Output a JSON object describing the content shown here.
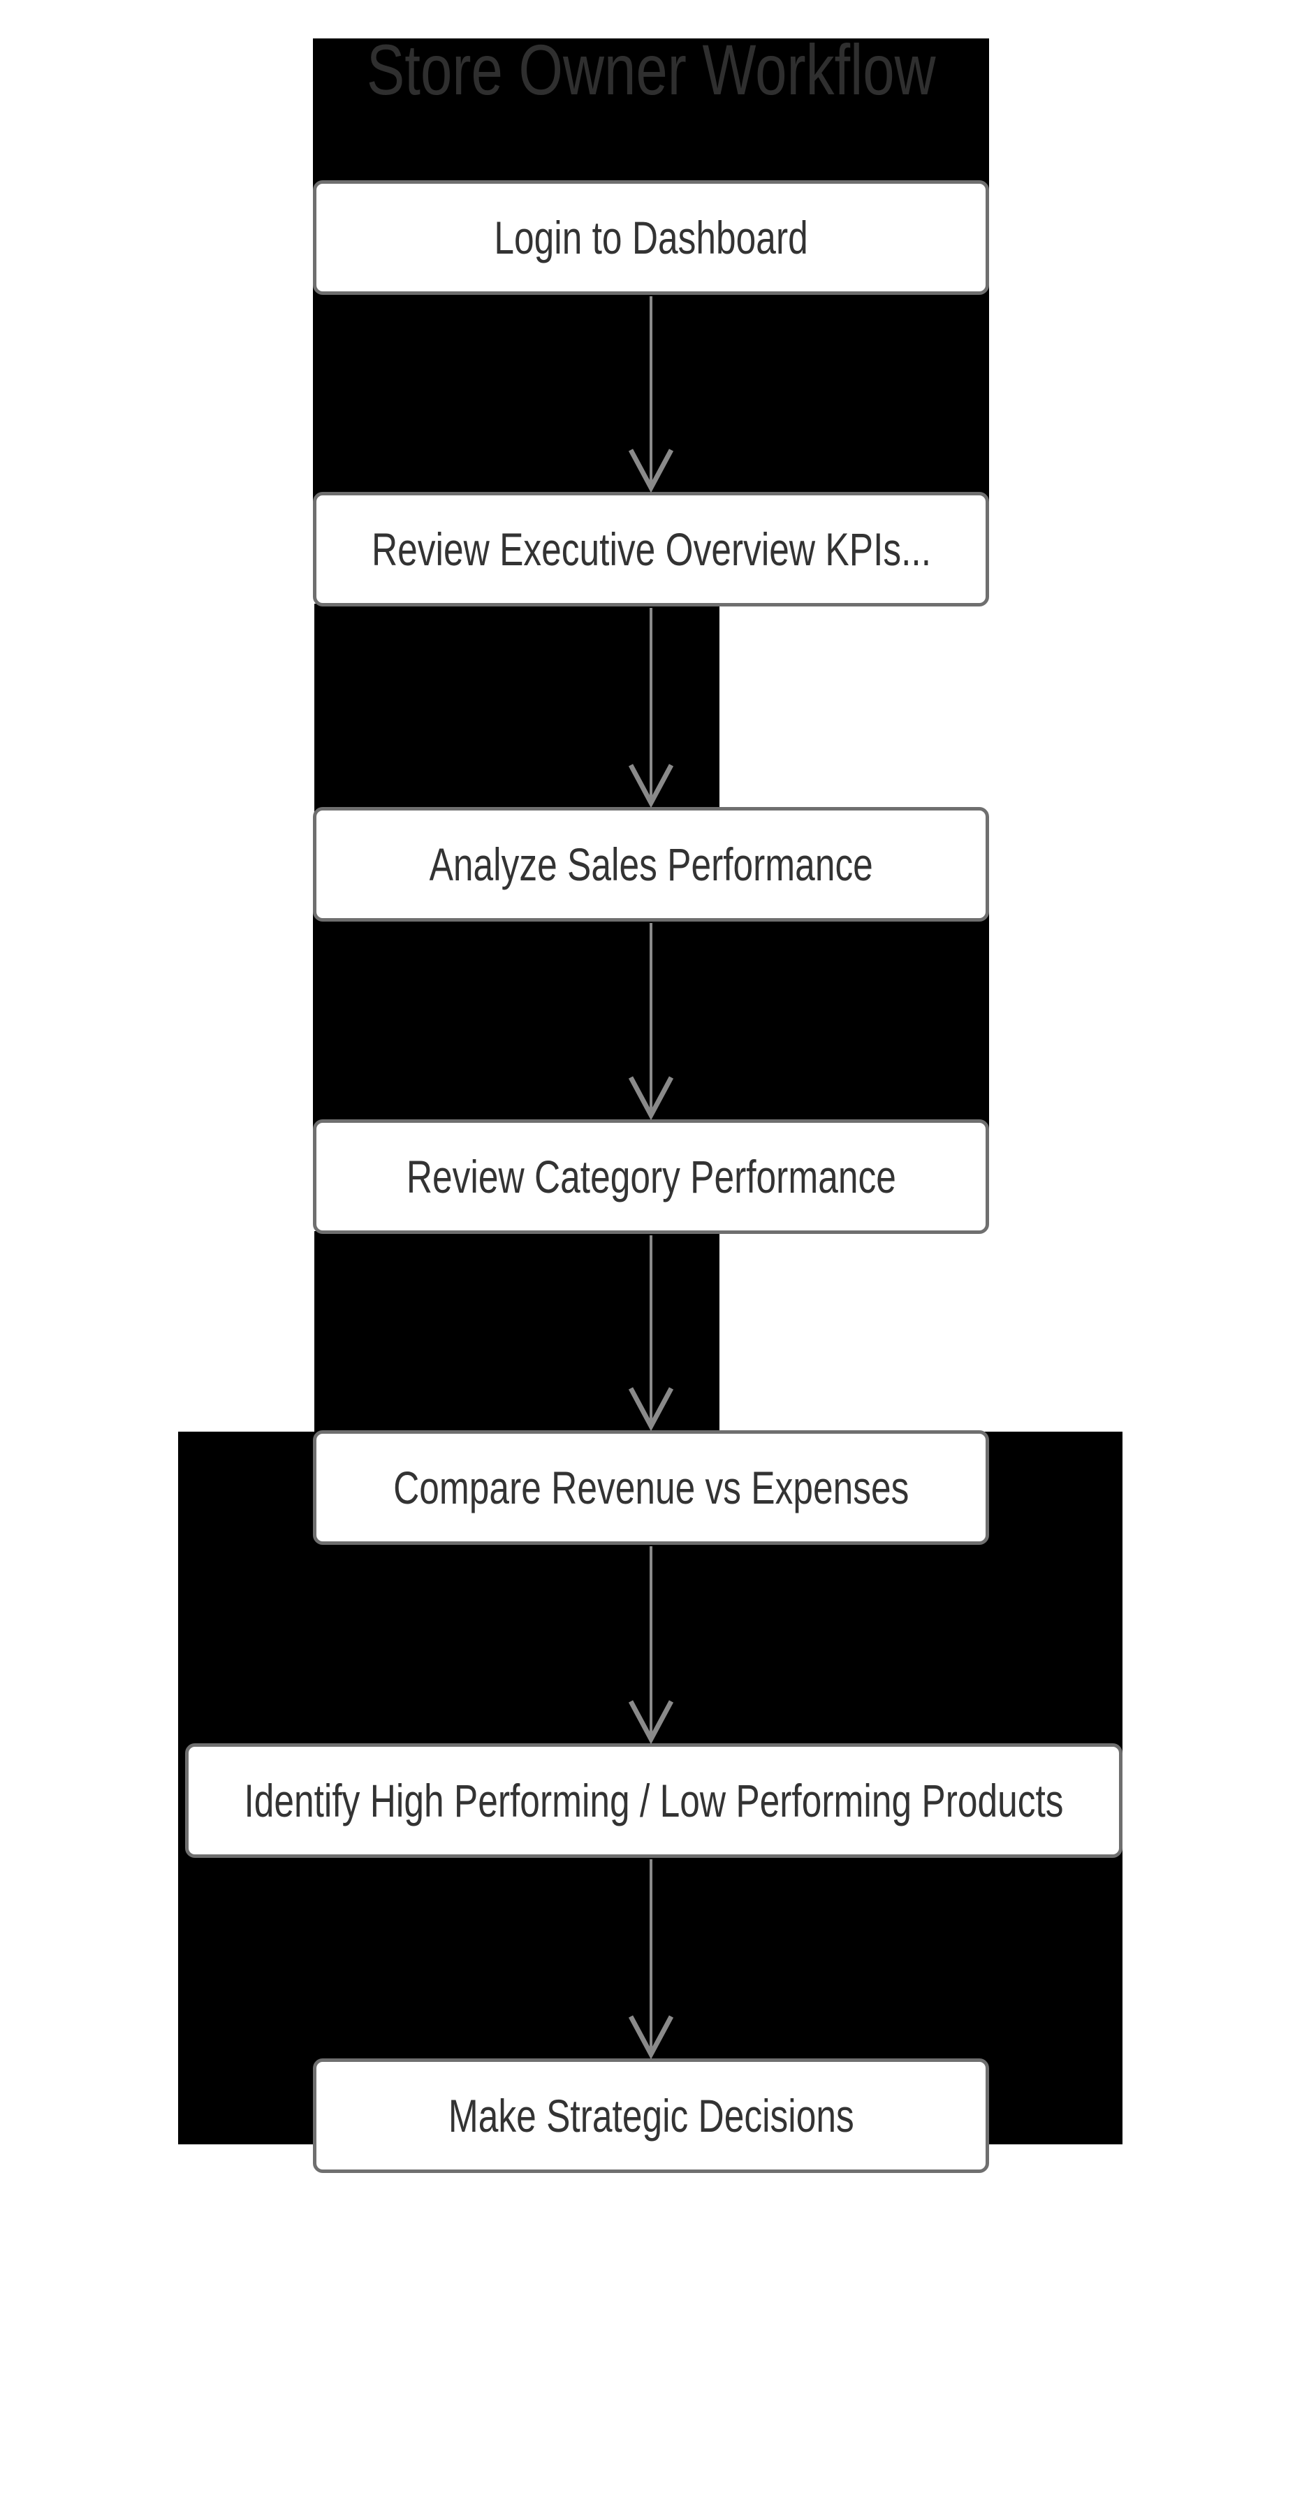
{
  "diagram": {
    "title": "Store Owner Workflow",
    "nodes": [
      {
        "label": "Login to Dashboard"
      },
      {
        "label": "Review Executive Overview KPIs..."
      },
      {
        "label": "Analyze Sales Performance"
      },
      {
        "label": "Review Category Performance"
      },
      {
        "label": "Compare Revenue vs Expenses"
      },
      {
        "label": "Identify High Performing / Low Performing Products"
      },
      {
        "label": "Make Strategic Decisions"
      }
    ],
    "edges": [
      {
        "from": "Login to Dashboard",
        "to": "Review Executive Overview KPIs..."
      },
      {
        "from": "Review Executive Overview KPIs...",
        "to": "Analyze Sales Performance"
      },
      {
        "from": "Analyze Sales Performance",
        "to": "Review Category Performance"
      },
      {
        "from": "Review Category Performance",
        "to": "Compare Revenue vs Expenses"
      },
      {
        "from": "Compare Revenue vs Expenses",
        "to": "Identify High Performing / Low Performing Products"
      },
      {
        "from": "Identify High Performing / Low Performing Products",
        "to": "Make Strategic Decisions"
      }
    ],
    "colors": {
      "background": "#ffffff",
      "panel": "#000000",
      "node_fill": "#ffffff",
      "node_border": "#6f6f6f",
      "arrow": "#8a8a8a",
      "node_text": "#333333",
      "title_text": "#2f2f2f"
    }
  }
}
